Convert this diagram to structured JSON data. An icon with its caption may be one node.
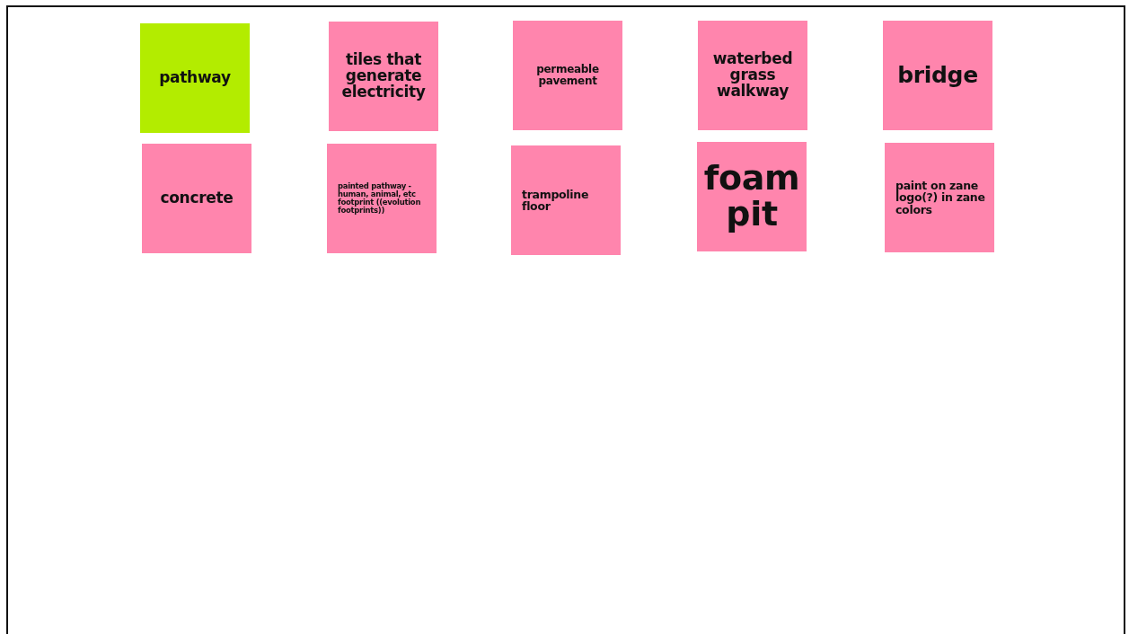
{
  "diagram": {
    "nodes": [
      {
        "text": [
          "pathway"
        ]
      },
      {
        "text": [
          "tiles that generate electricity"
        ]
      },
      {
        "text": [
          "permeable pavement"
        ]
      },
      {
        "text": [
          "waterbed grass walkway"
        ]
      },
      {
        "text": [
          "bridge"
        ]
      },
      {
        "text": [
          "concrete"
        ]
      },
      {
        "text": [
          "painted pathway - human, animal, etc footprint ((evolution footprints))"
        ]
      },
      {
        "text": [
          "trampoline floor"
        ]
      },
      {
        "text": [
          "foam pit"
        ]
      },
      {
        "text": [
          "paint on zane logo(?) in zane colors"
        ]
      }
    ]
  }
}
